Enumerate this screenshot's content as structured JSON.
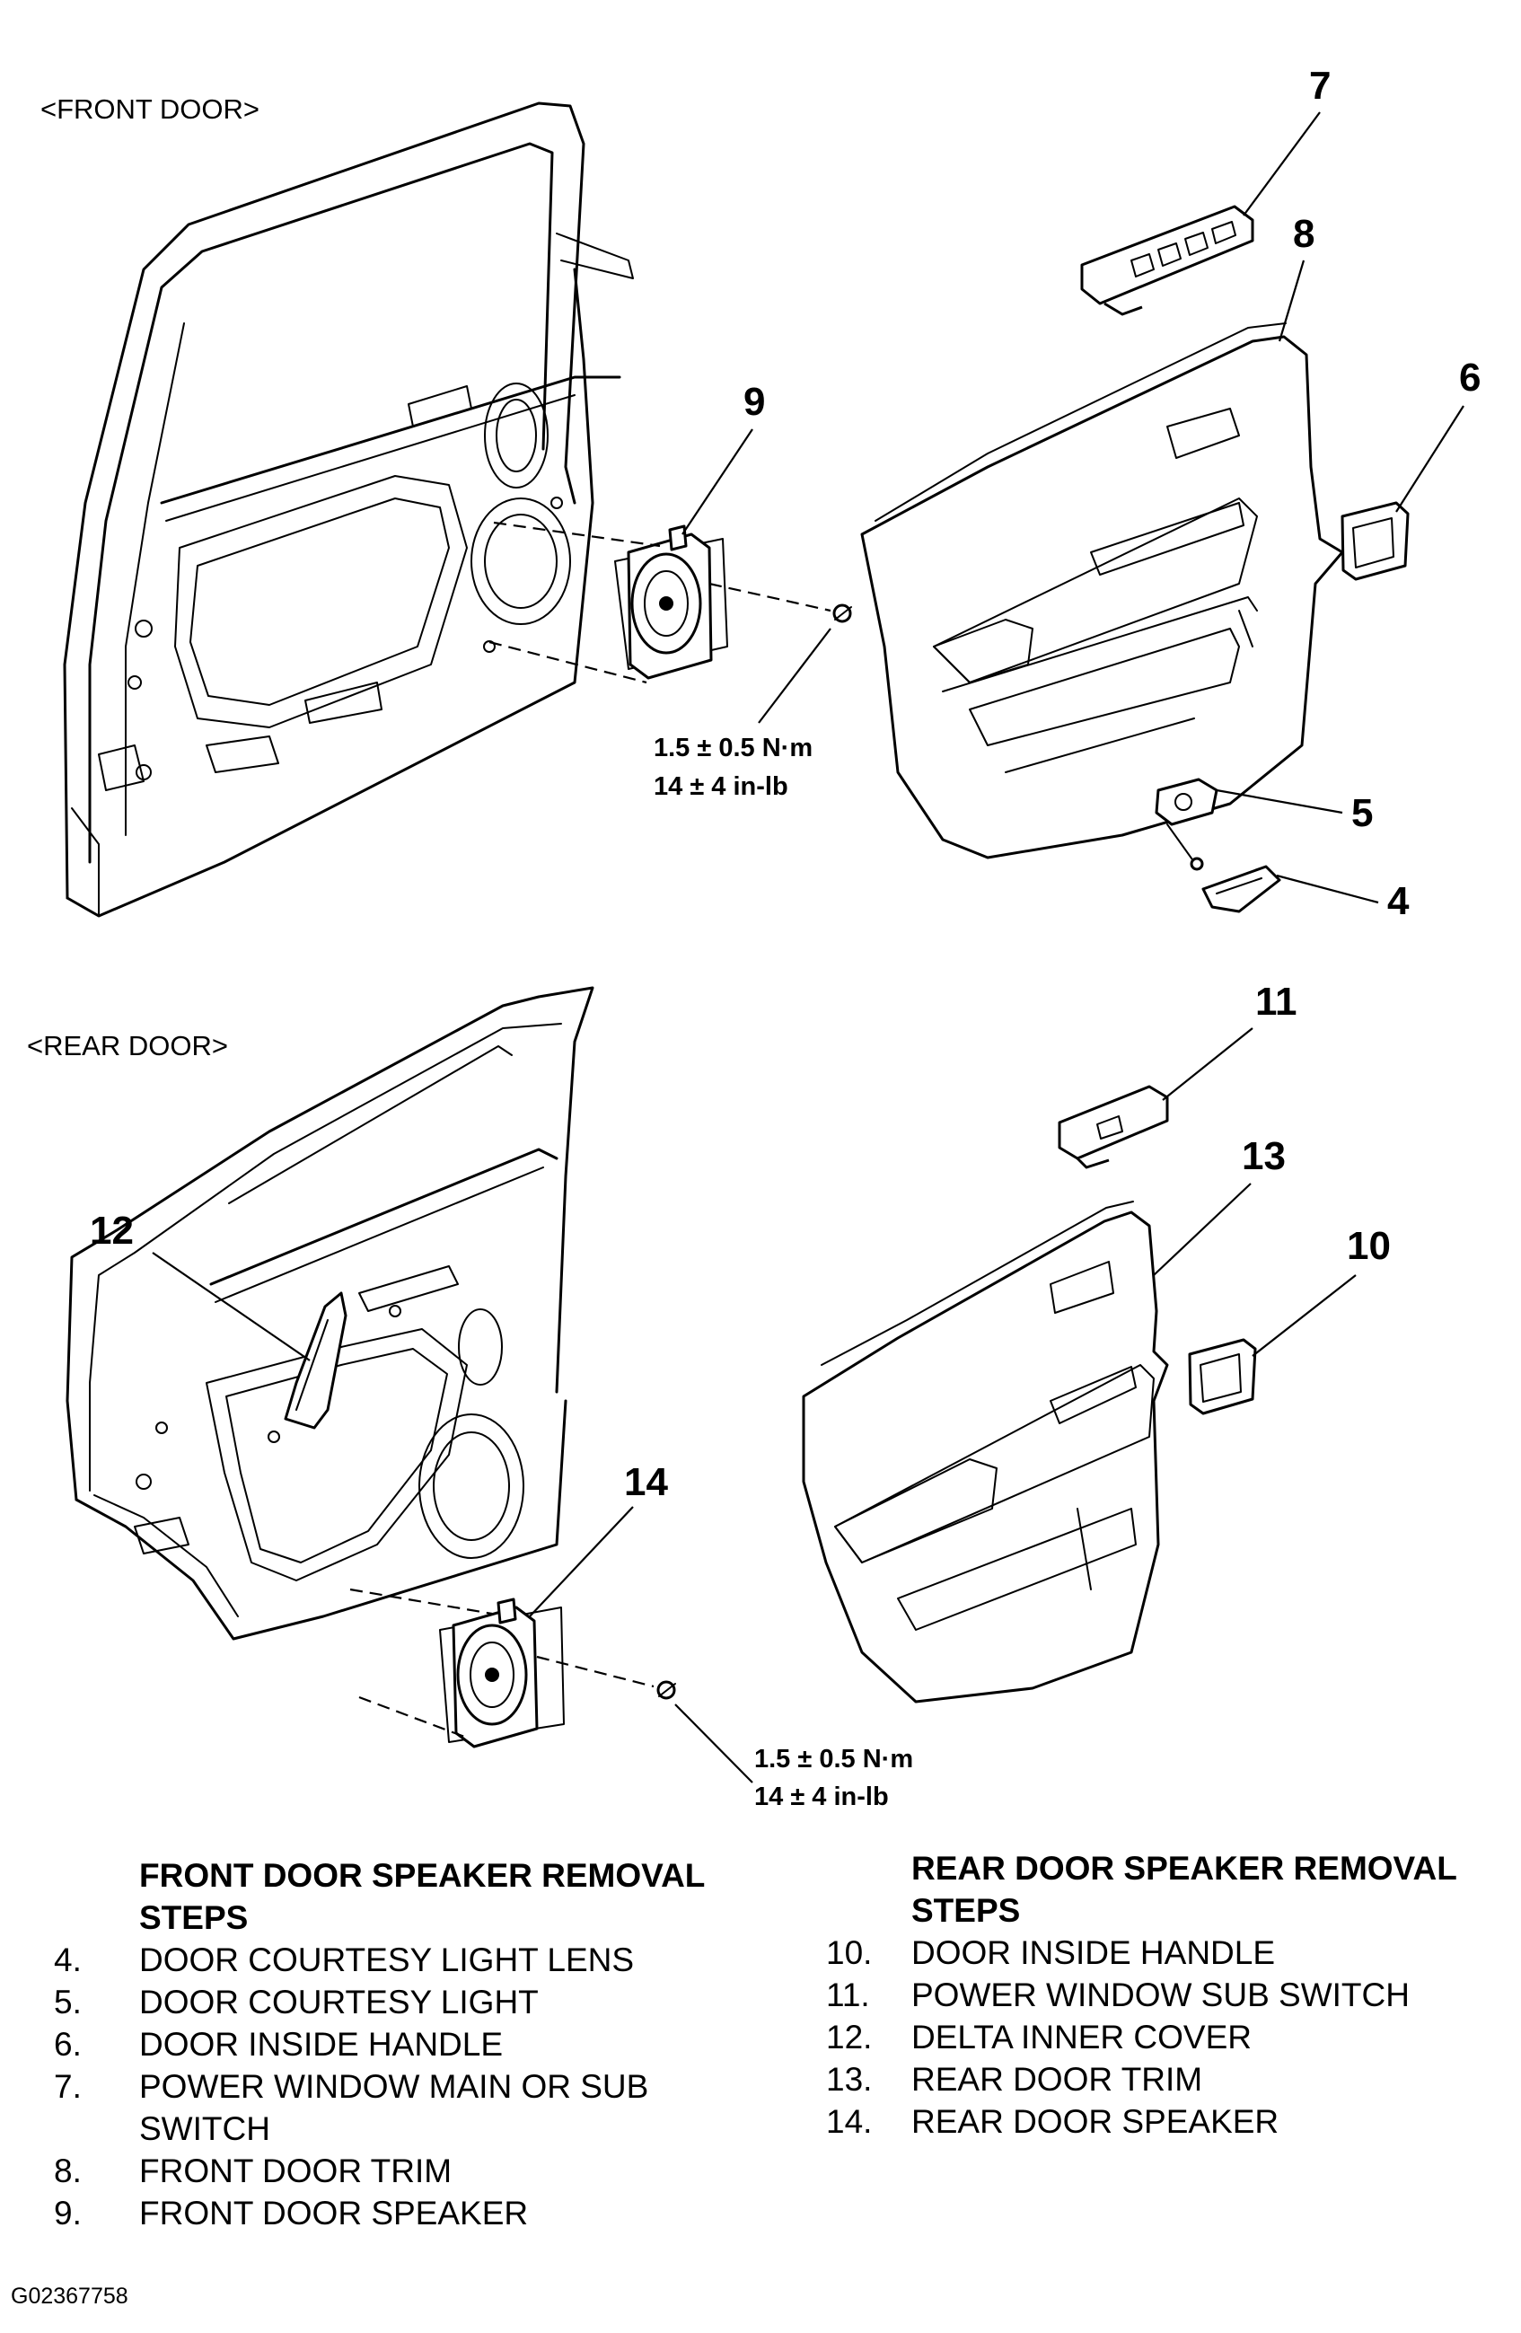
{
  "figure": {
    "front_door_label": "<FRONT DOOR>",
    "rear_door_label": "<REAR DOOR>",
    "callouts": {
      "c4": "4",
      "c5": "5",
      "c6": "6",
      "c7": "7",
      "c8": "8",
      "c9": "9",
      "c10": "10",
      "c11": "11",
      "c12": "12",
      "c13": "13",
      "c14": "14"
    },
    "front_torque": {
      "metric": "1.5 ± 0.5 N·m",
      "imperial": "14 ± 4 in-lb"
    },
    "rear_torque": {
      "metric": "1.5 ± 0.5 N·m",
      "imperial": "14 ± 4 in-lb"
    },
    "figure_code": "G02367758"
  },
  "front_steps": {
    "heading_line1": "FRONT DOOR SPEAKER REMOVAL",
    "heading_line2": "STEPS",
    "items": [
      {
        "num": "4.",
        "text": "DOOR COURTESY LIGHT LENS"
      },
      {
        "num": "5.",
        "text": "DOOR COURTESY LIGHT"
      },
      {
        "num": "6.",
        "text": "DOOR INSIDE HANDLE"
      },
      {
        "num": "7.",
        "text": "POWER WINDOW MAIN OR SUB"
      },
      {
        "num": "",
        "text": "SWITCH"
      },
      {
        "num": "8.",
        "text": "FRONT DOOR TRIM"
      },
      {
        "num": "9.",
        "text": "FRONT DOOR SPEAKER"
      }
    ]
  },
  "rear_steps": {
    "heading_line1": "REAR DOOR SPEAKER REMOVAL",
    "heading_line2": "STEPS",
    "items": [
      {
        "num": "10.",
        "text": "DOOR INSIDE HANDLE"
      },
      {
        "num": "11.",
        "text": "POWER WINDOW SUB SWITCH"
      },
      {
        "num": "12.",
        "text": "DELTA INNER COVER"
      },
      {
        "num": "13.",
        "text": "REAR DOOR TRIM"
      },
      {
        "num": "14.",
        "text": "REAR DOOR SPEAKER"
      }
    ]
  }
}
